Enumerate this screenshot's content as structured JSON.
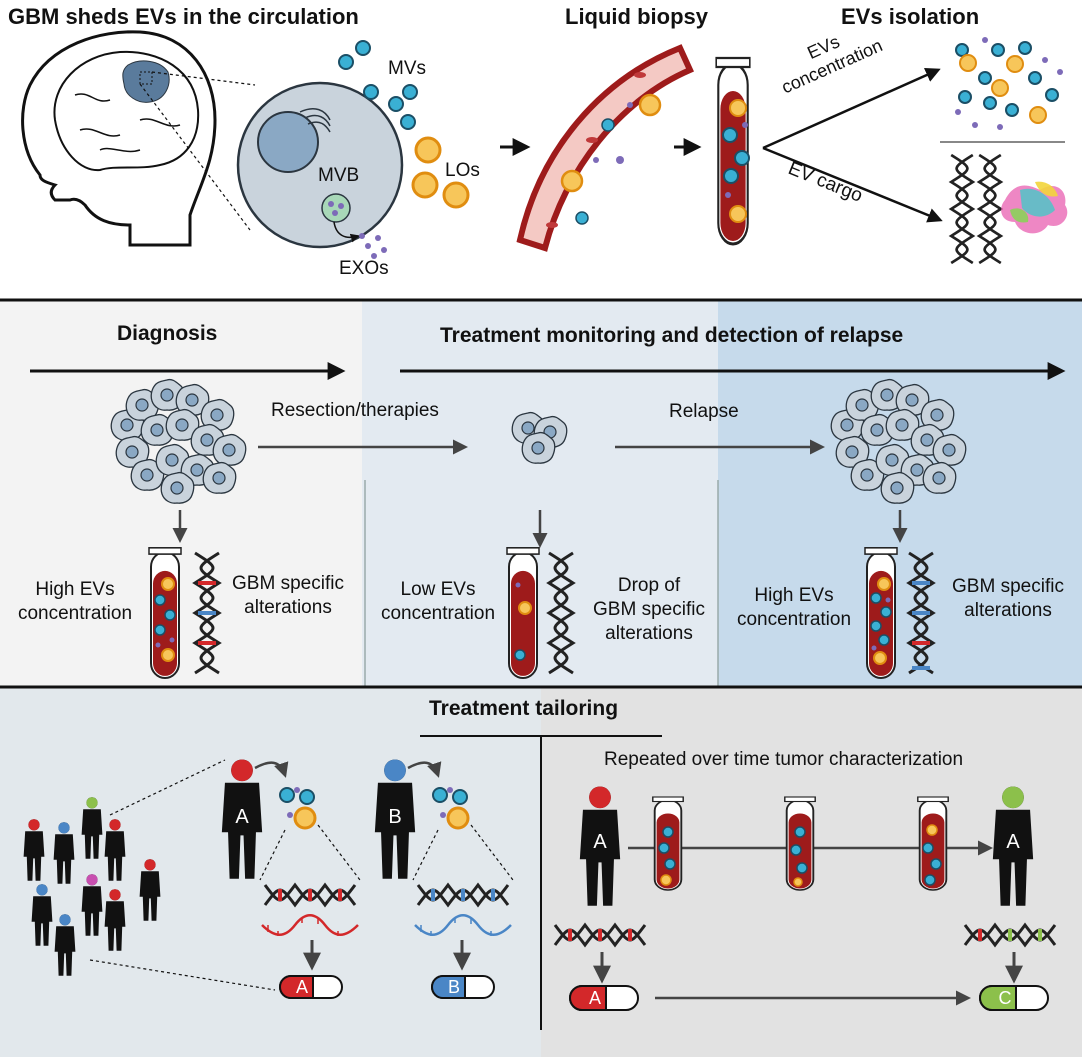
{
  "top": {
    "title_gbm": "GBM sheds EVs in the circulation",
    "title_biopsy": "Liquid biopsy",
    "title_isolation": "EVs isolation",
    "label_mvs": "MVs",
    "label_los": "LOs",
    "label_mvb": "MVB",
    "label_exos": "EXOs",
    "arrow_label_concentration": [
      "EVs",
      "concentration"
    ],
    "arrow_label_cargo": "EV cargo"
  },
  "middle": {
    "title_diagnosis": "Diagnosis",
    "title_monitoring": "Treatment monitoring and detection of relapse",
    "step_resection": "Resection/therapies",
    "step_relapse": "Relapse",
    "panel1_left": [
      "High EVs",
      "concentration"
    ],
    "panel1_right": [
      "GBM specific",
      "alterations"
    ],
    "panel2_left": [
      "Low EVs",
      "concentration"
    ],
    "panel2_right": [
      "Drop of",
      "GBM specific",
      "alterations"
    ],
    "panel3_left": [
      "High EVs",
      "concentration"
    ],
    "panel3_right": [
      "GBM specific",
      "alterations"
    ]
  },
  "bottom": {
    "title_tailoring": "Treatment tailoring",
    "title_repeated": "Repeated over time tumor characterization",
    "patient_a": "A",
    "patient_b": "B",
    "pill_a": "A",
    "pill_b": "B",
    "pill_c": "C"
  },
  "colors": {
    "blood": "#9e1b1b",
    "ev_blue": "#3ab0d4",
    "ev_orange": "#f0a21c",
    "exo_purple": "#7d6bb8",
    "panel_gray": "#f3f3f3",
    "panel_light_blue": "#e3eaf1",
    "panel_blue": "#c6daeb",
    "bottom_left_bg": "#e2e8ec",
    "bottom_right_bg": "#e2e2e2",
    "red_marker": "#d3282a",
    "blue_marker": "#4a86c6",
    "green_marker": "#8cc04b"
  }
}
